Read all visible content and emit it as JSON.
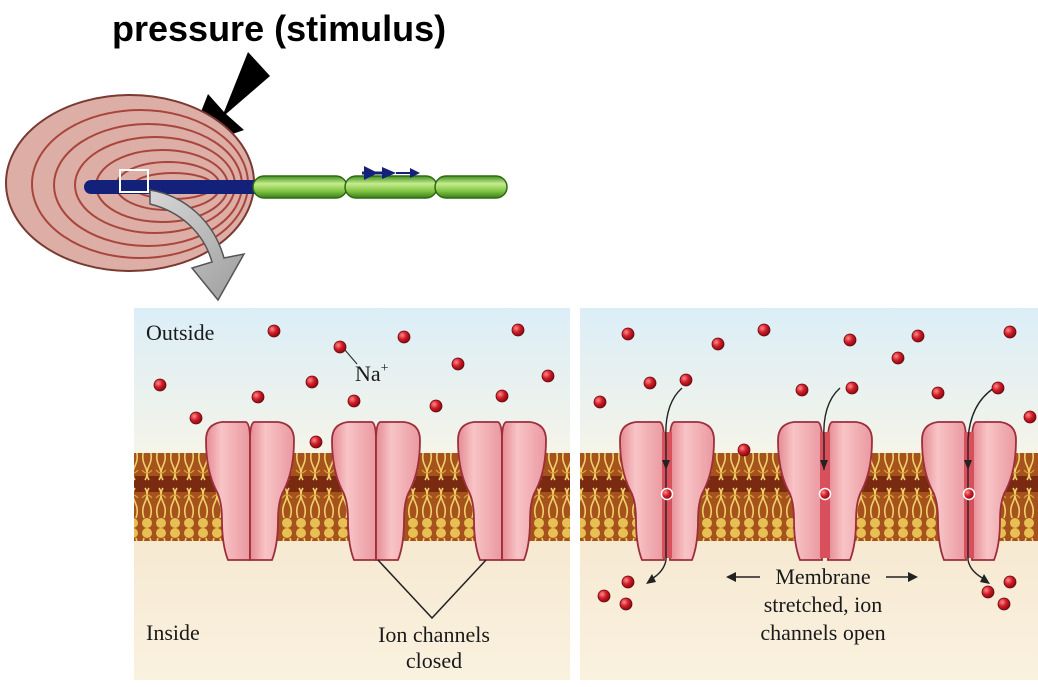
{
  "title": "pressure (stimulus)",
  "labels": {
    "outside": "Outside",
    "inside": "Inside",
    "ion": "Na",
    "ion_charge": "+",
    "closed_line1": "Ion channels",
    "closed_line2": "closed",
    "open_line1": "Membrane",
    "open_line2": "stretched, ion",
    "open_line3": "channels open"
  },
  "colors": {
    "corpuscle": "#d9a196",
    "lamella": "#a8453c",
    "axon": "#13217a",
    "myelin": "#7fc241",
    "outside_top": "#cfe6f2",
    "inside": "#f4e6cf",
    "channel": "#f1aeb2",
    "channel_dark": "#d8505c",
    "ion": "#d4202c"
  }
}
